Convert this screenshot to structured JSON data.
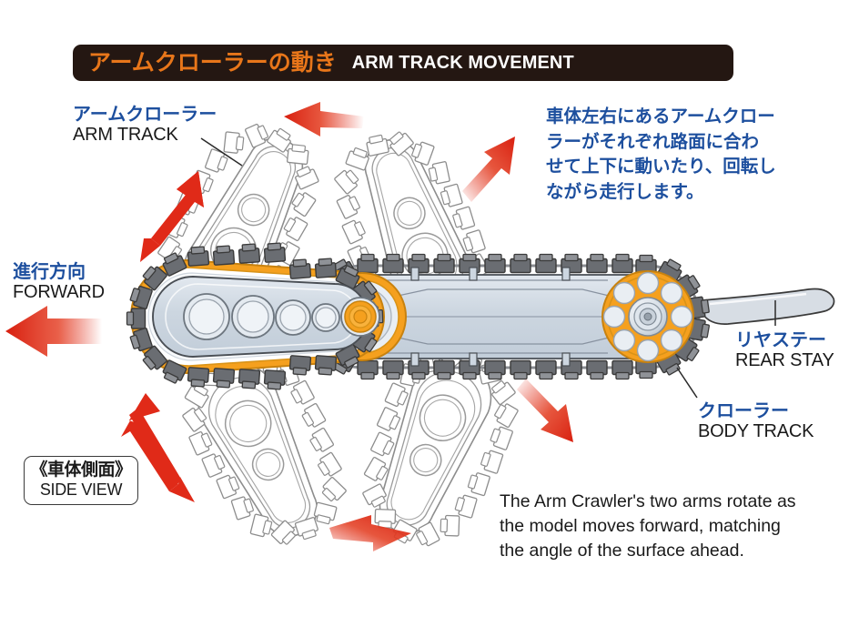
{
  "header": {
    "jp_title": "アームクローラーの動き",
    "en_title": "ARM TRACK MOVEMENT",
    "bg_color": "#241712",
    "jp_color": "#e8761a",
    "en_color": "#ffffff"
  },
  "labels": {
    "arm_track": {
      "jp": "アームクローラー",
      "en": "ARM TRACK"
    },
    "forward": {
      "jp": "進行方向",
      "en": "FORWARD"
    },
    "rear_stay": {
      "jp": "リヤステー",
      "en": "REAR STAY"
    },
    "body_track": {
      "jp": "クローラー",
      "en": "BODY TRACK"
    },
    "side_view": {
      "jp": "《車体側面》",
      "en": "SIDE VIEW"
    }
  },
  "jp_paragraph": [
    "車体左右にあるアームクロー",
    "ラーがそれぞれ路面に合わ",
    "せて上下に動いたり、回転し",
    "ながら走行します。"
  ],
  "en_paragraph": [
    "The Arm Crawler's two arms rotate as",
    "the model moves forward, matching",
    "the angle of the surface ahead."
  ],
  "colors": {
    "label_jp": "#1d4f9e",
    "label_en": "#1a1a1a",
    "arrow_red": "#e02a18",
    "orange": "#f5a01e",
    "orange_dark": "#d98512",
    "chassis": "#ccd6e0",
    "chassis_light": "#dde4ec",
    "track_dark": "#5d5f63",
    "track_mid": "#7b7d82",
    "outline": "#3a3a3a",
    "ghost": "#8d8d8d",
    "background": "#ffffff"
  },
  "arrows": {
    "forward_direction": "left",
    "arm_updown": "double-headed-diagonal",
    "rotation_top_left": "left",
    "rotation_top_right": "up-right",
    "rotation_bottom_left": "up-left",
    "rotation_bottom_right": "down-right"
  },
  "diagram": {
    "view": "side",
    "arm_roller_count": 5,
    "ghost_arm_positions": 4,
    "rear_wheel_holes": 8
  }
}
